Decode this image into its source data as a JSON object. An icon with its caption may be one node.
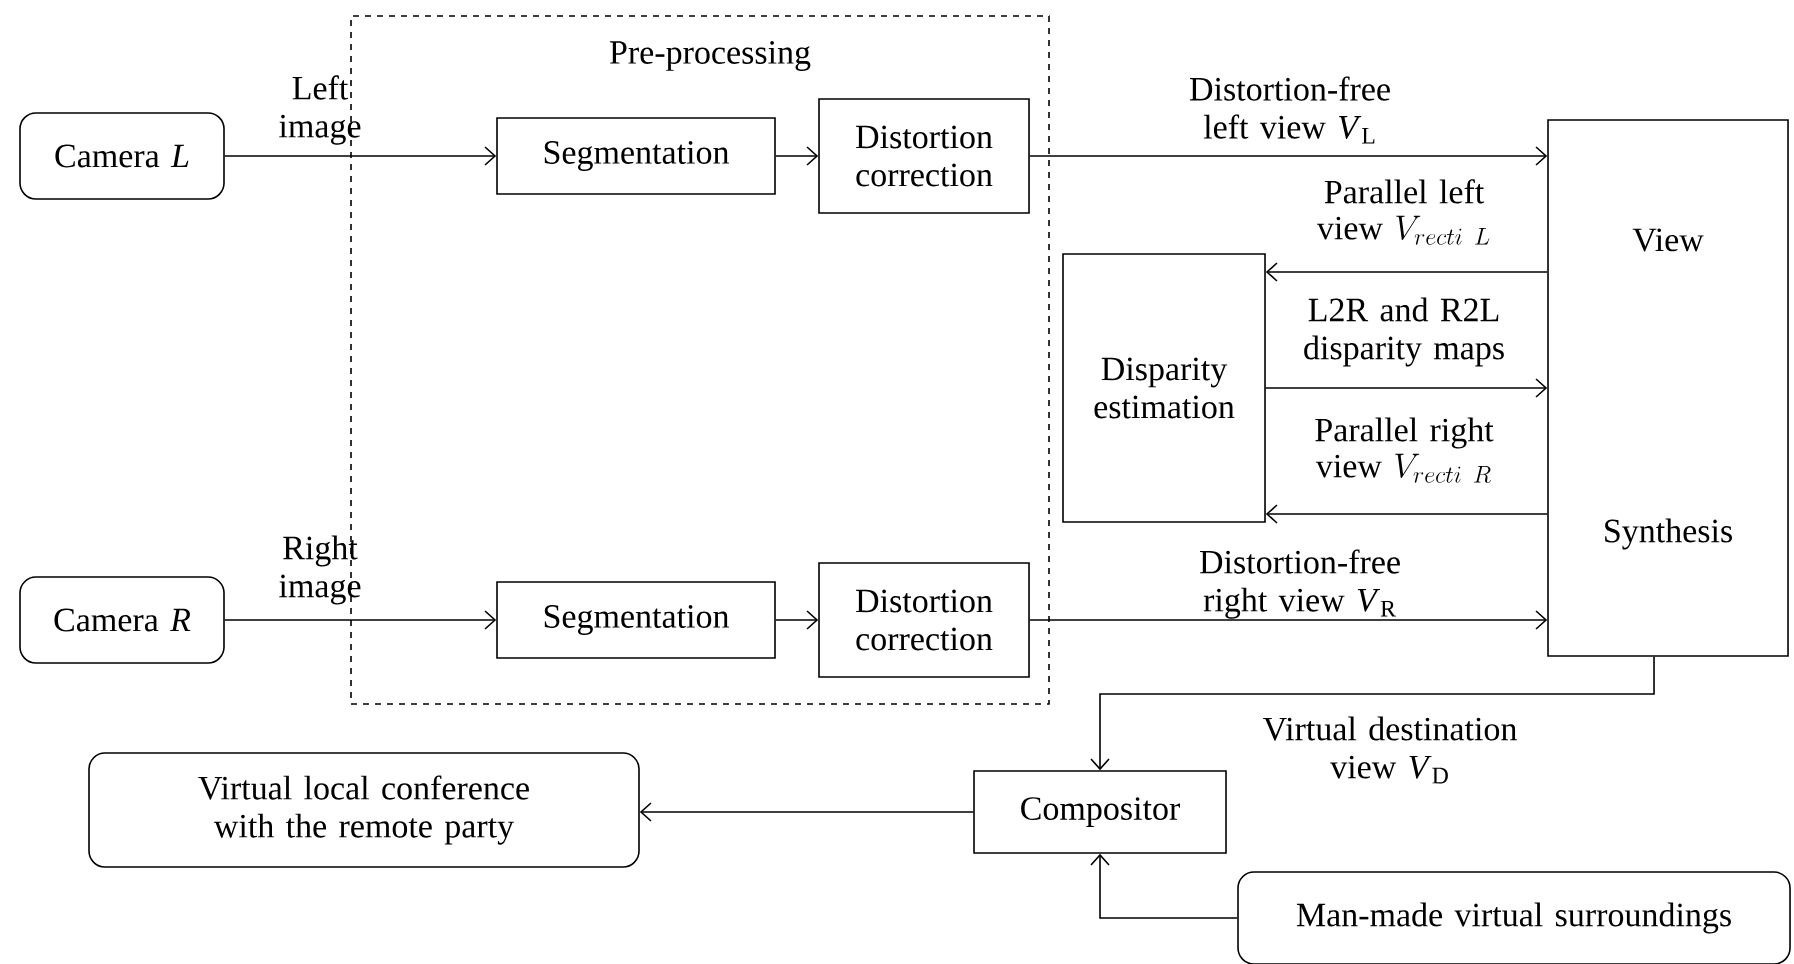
{
  "diagram": {
    "nodes": [
      {
        "text": [
          "Pre-processing"
        ]
      },
      {
        "text": [
          "Camera *L*"
        ]
      },
      {
        "text": [
          "Segmentation"
        ],
        "in": 0
      },
      {
        "text": [
          "Distortion correction"
        ],
        "in": 0
      },
      {
        "text": [
          "Camera *R*"
        ]
      },
      {
        "text": [
          "Segmentation"
        ],
        "in": 0
      },
      {
        "text": [
          "Distortion correction"
        ],
        "in": 0
      },
      {
        "text": [
          "Disparity estimation"
        ]
      },
      {
        "text": [
          "View",
          "Synthesis"
        ]
      },
      {
        "text": [
          "Compositor"
        ]
      },
      {
        "text": [
          "Virtual local conference with the remote party"
        ]
      },
      {
        "text": [
          "Man-made virtual surroundings"
        ]
      }
    ],
    "edges": [
      {
        "from": 1,
        "to": 2,
        "arrow": "to",
        "label": "Left image"
      },
      {
        "from": 2,
        "to": 3,
        "arrow": "to"
      },
      {
        "from": 3,
        "to": 8,
        "arrow": "to",
        "label": "Distortion-free left view *V*$_{L}$"
      },
      {
        "from": 8,
        "to": 7,
        "arrow": "to",
        "label": "\\begin{array}{c}\\text{Parallel left}\\\\ \\text{view } V_{recti\\ L}\\end{array}"
      },
      {
        "from": 7,
        "to": 8,
        "arrow": "to",
        "label": "L2R and R2L disparity maps"
      },
      {
        "from": 8,
        "to": 7,
        "arrow": "to",
        "label": "\\begin{array}{c}\\text{Parallel right}\\\\ \\text{view } V_{recti\\ R}\\end{array}"
      },
      {
        "from": 4,
        "to": 5,
        "arrow": "to",
        "label": "Right image"
      },
      {
        "from": 5,
        "to": 6,
        "arrow": "to"
      },
      {
        "from": 6,
        "to": 8,
        "arrow": "to",
        "label": "Distortion-free right view *V*$_{R}$"
      },
      {
        "from": 8,
        "to": 9,
        "arrow": "to",
        "label": "Virtual destination view *V*$_{D}$"
      },
      {
        "from": 9,
        "to": 10,
        "arrow": "to"
      },
      {
        "from": 11,
        "to": 9,
        "arrow": "to"
      }
    ]
  }
}
